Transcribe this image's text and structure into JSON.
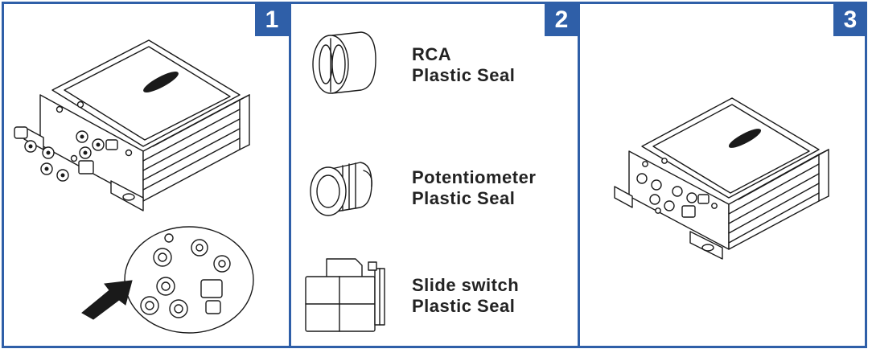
{
  "accent_color": "#2f5fa8",
  "steps": [
    {
      "number": "1",
      "illustration": "amplifier-with-callout",
      "arrow": "callout-arrow-icon"
    },
    {
      "number": "2",
      "items": [
        {
          "line1": "RCA",
          "line2": "Plastic Seal",
          "icon": "rca-plastic-seal-icon"
        },
        {
          "line1": "Potentiometer",
          "line2": "Plastic Seal",
          "icon": "potentiometer-plastic-seal-icon"
        },
        {
          "line1": "Slide switch",
          "line2": "Plastic Seal",
          "icon": "slide-switch-plastic-seal-icon"
        }
      ]
    },
    {
      "number": "3",
      "illustration": "amplifier-sealed"
    }
  ]
}
